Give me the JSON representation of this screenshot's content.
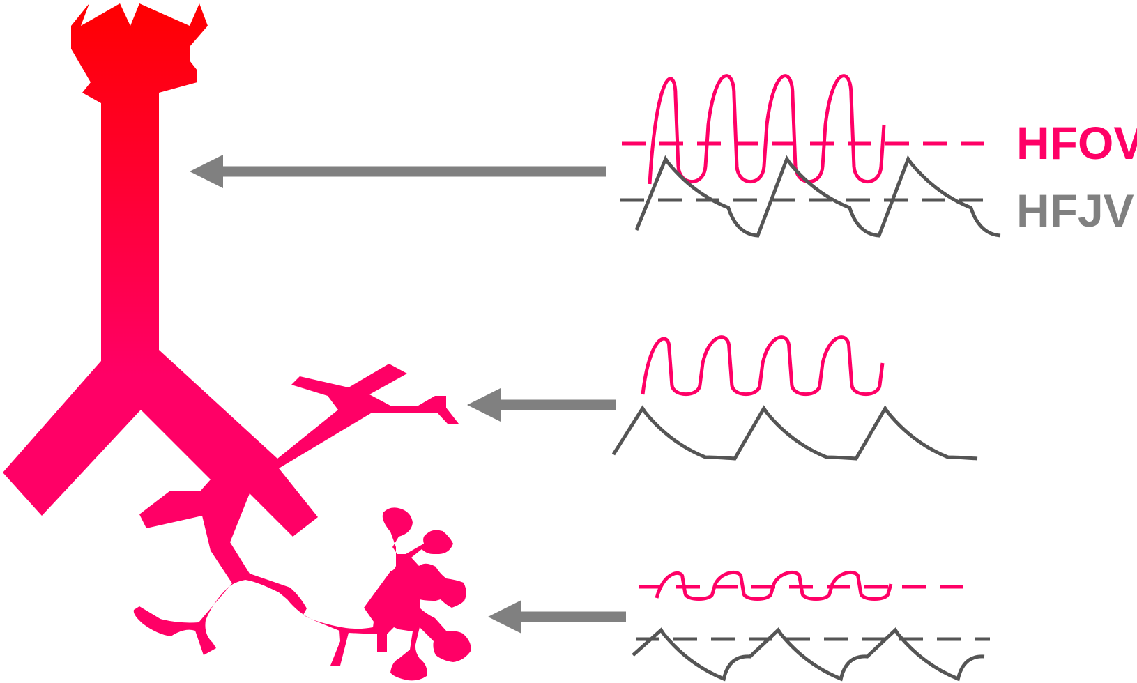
{
  "legend": {
    "hfov": {
      "label": "HFOV",
      "color": "#ff0066"
    },
    "hfjv": {
      "label": "HFJV",
      "color": "#808080"
    }
  },
  "colors": {
    "tree_top": "#ff0000",
    "tree_bottom": "#ff0066",
    "arrow": "#808080",
    "hfov_line": "#ff0066",
    "hfjv_line": "#555555"
  },
  "icons": {
    "airway_tree": "bronchial-tree-icon",
    "alveoli": "alveoli-icon",
    "arrow": "left-arrow-icon"
  },
  "panels": [
    {
      "level": "trachea",
      "wave_amplitude": "large"
    },
    {
      "level": "bronchi",
      "wave_amplitude": "medium"
    },
    {
      "level": "alveoli",
      "wave_amplitude": "small"
    }
  ]
}
